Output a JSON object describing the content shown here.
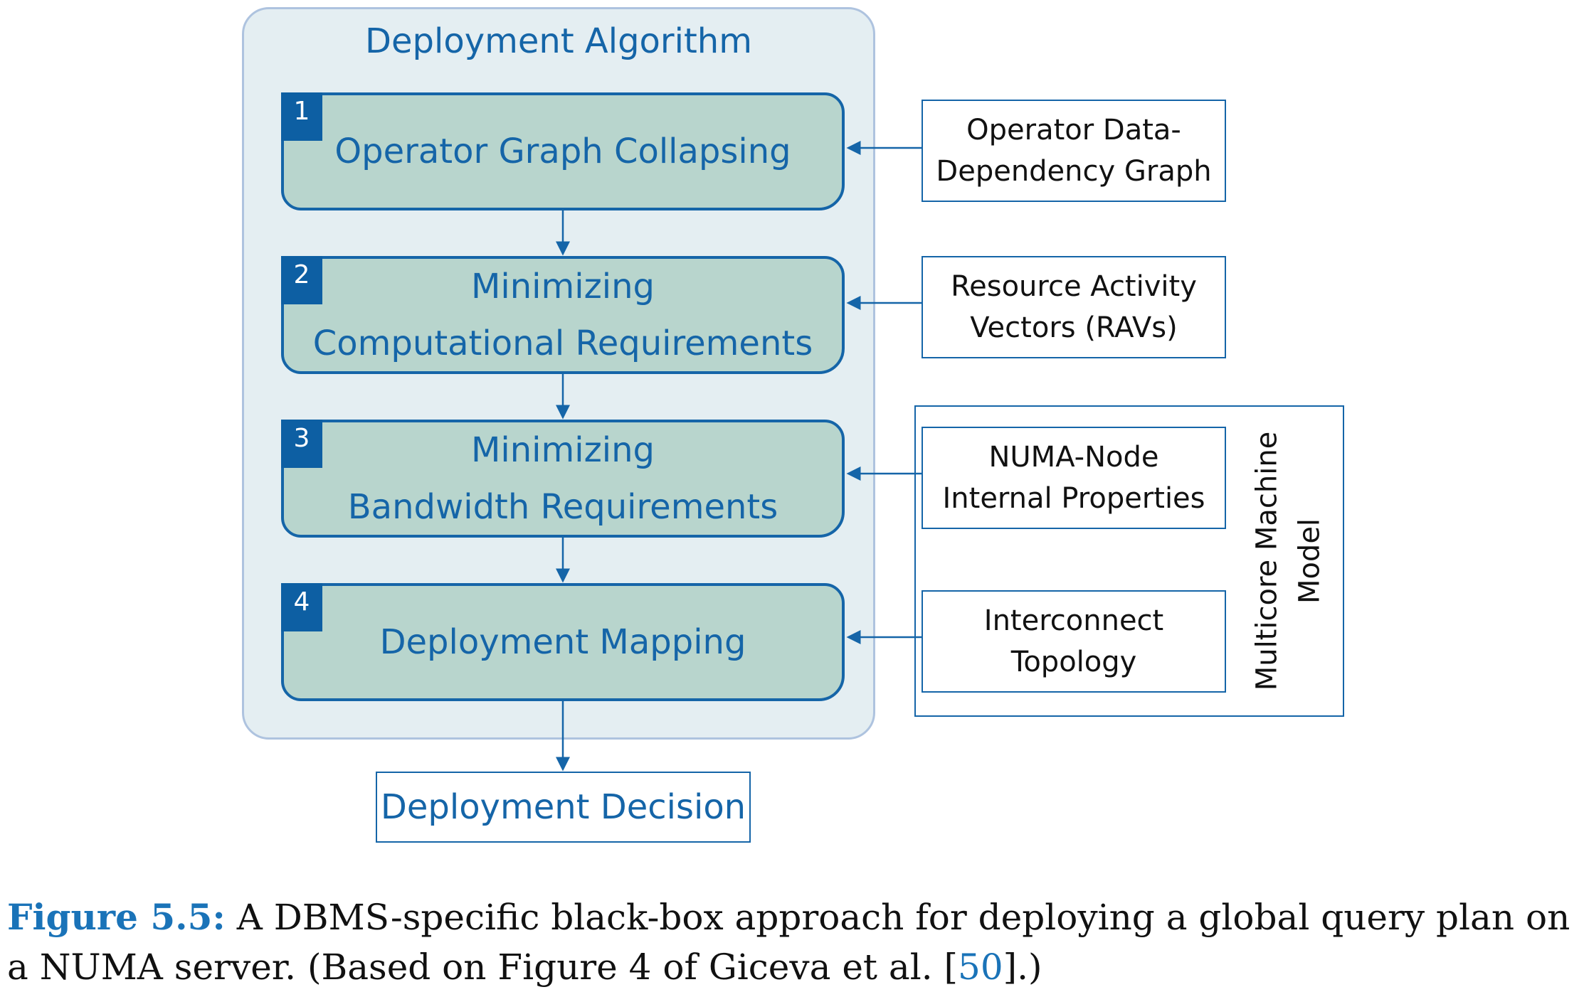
{
  "colors": {
    "accent": "#1565a8",
    "step_fill": "#b8d5cd",
    "container_fill": "#e4eef2",
    "container_border": "#aec3df",
    "number_tab": "#0d5fa3",
    "caption_blue": "#1a73b8"
  },
  "algorithm": {
    "title": "Deployment Algorithm",
    "steps": [
      {
        "number": "1",
        "lines": [
          "Operator Graph Collapsing"
        ]
      },
      {
        "number": "2",
        "lines": [
          "Minimizing",
          "Computational Requirements"
        ]
      },
      {
        "number": "3",
        "lines": [
          "Minimizing",
          "Bandwidth Requirements"
        ]
      },
      {
        "number": "4",
        "lines": [
          "Deployment Mapping"
        ]
      }
    ]
  },
  "inputs": [
    {
      "lines": [
        "Operator Data-",
        "Dependency Graph"
      ]
    },
    {
      "lines": [
        "Resource Activity",
        "Vectors (RAVs)"
      ]
    },
    {
      "lines": [
        "NUMA-Node",
        "Internal Properties"
      ]
    },
    {
      "lines": [
        "Interconnect",
        "Topology"
      ]
    }
  ],
  "machine_model": {
    "lines": [
      "Multicore Machine",
      "Model"
    ]
  },
  "output": {
    "label": "Deployment Decision"
  },
  "caption": {
    "label": "Figure 5.5:",
    "text_before": " A DBMS-specific black-box approach for deploying a global query plan on a NUMA server. (Based on Figure 4 of Giceva et al. [",
    "ref": "50",
    "text_after": "].)"
  }
}
